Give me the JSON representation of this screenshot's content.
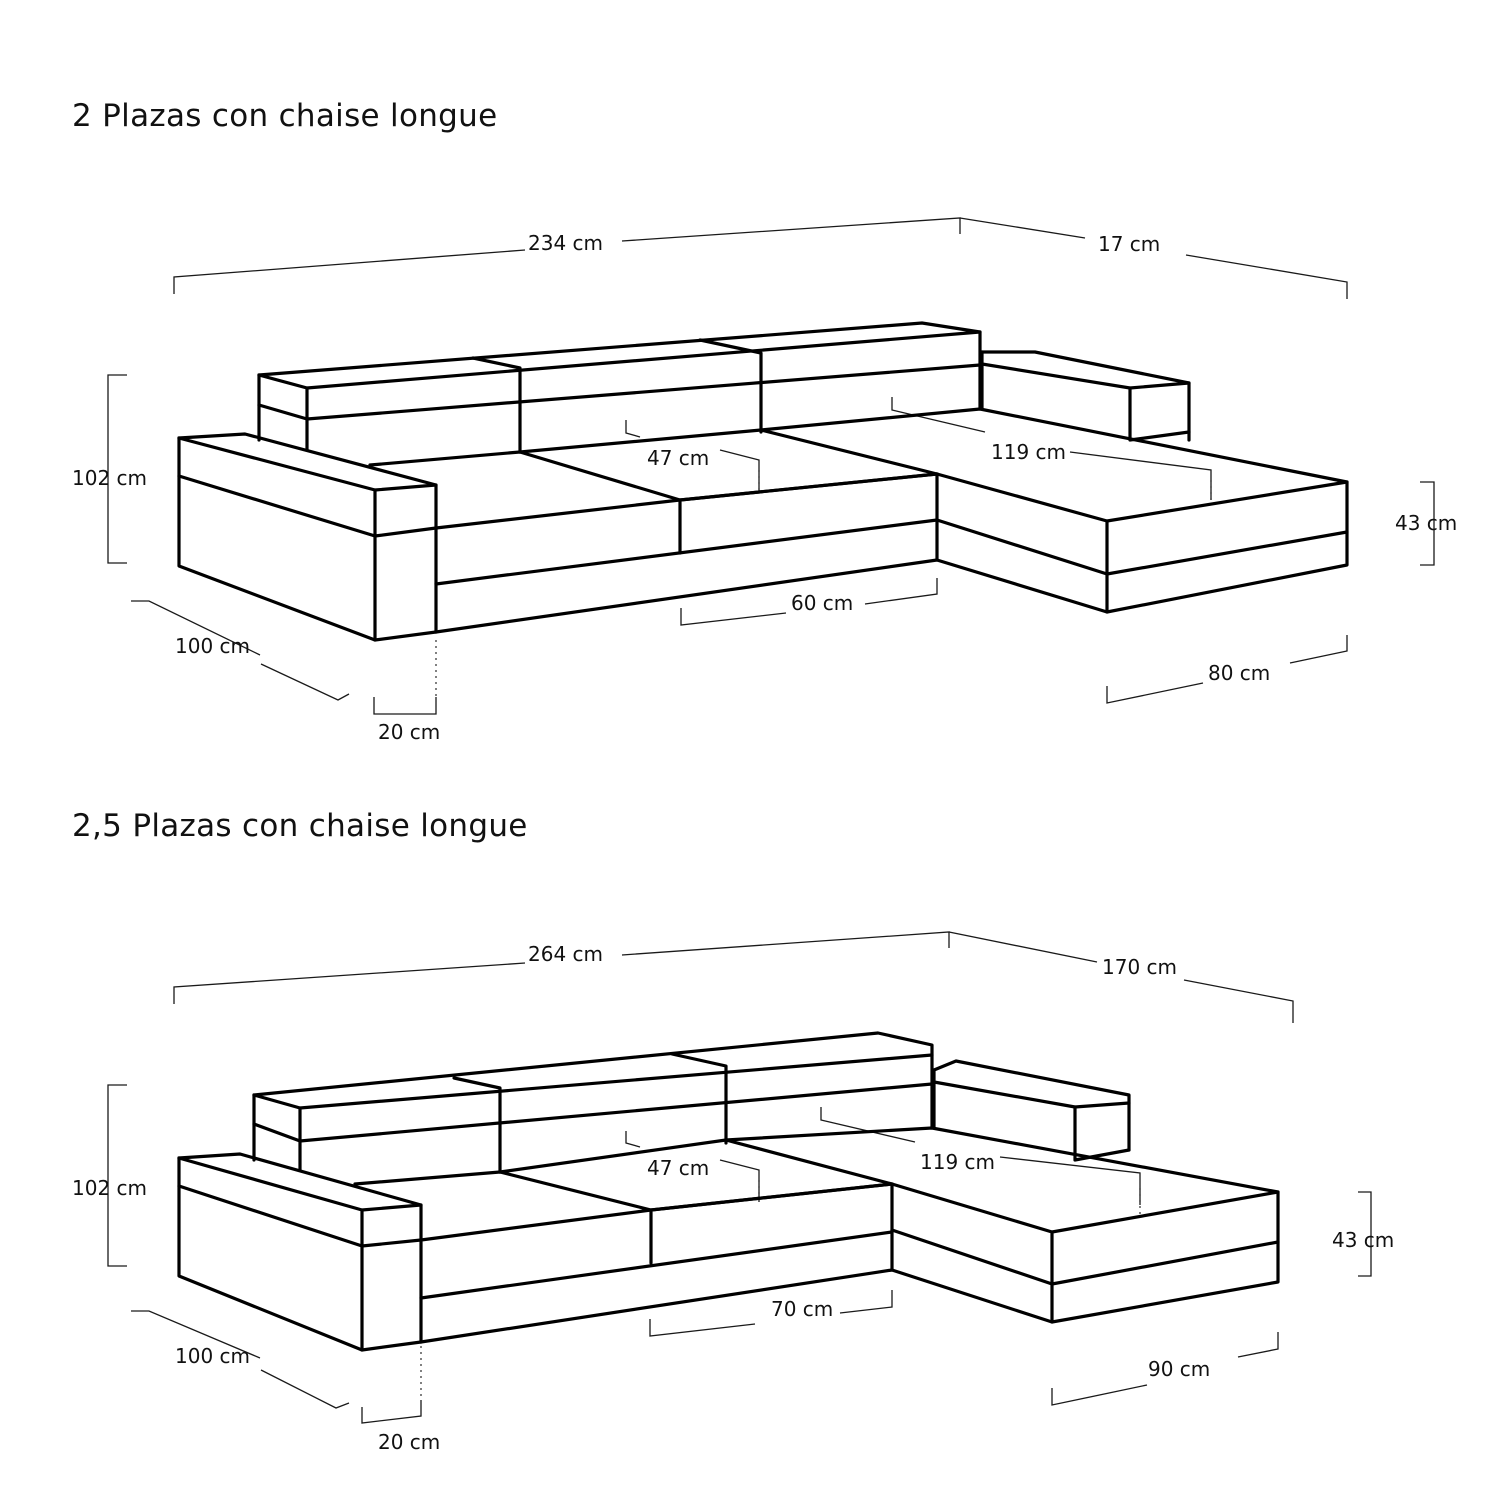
{
  "sections": [
    {
      "title": "2 Plazas con chaise longue",
      "dims": {
        "width": "234 cm",
        "chaise_width": "17 cm",
        "height": "102 cm",
        "depth": "100 cm",
        "arm": "20 cm",
        "seat_depth": "47 cm",
        "chaise_length": "119 cm",
        "seat_width": "60 cm",
        "seat_height": "43 cm",
        "chaise_front": "80 cm"
      }
    },
    {
      "title": "2,5 Plazas con chaise longue",
      "dims": {
        "width": "264 cm",
        "chaise_width": "170 cm",
        "height": "102 cm",
        "depth": "100 cm",
        "arm": "20 cm",
        "seat_depth": "47 cm",
        "chaise_length": "119 cm",
        "seat_width": "70 cm",
        "seat_height": "43 cm",
        "chaise_front": "90 cm"
      }
    }
  ]
}
